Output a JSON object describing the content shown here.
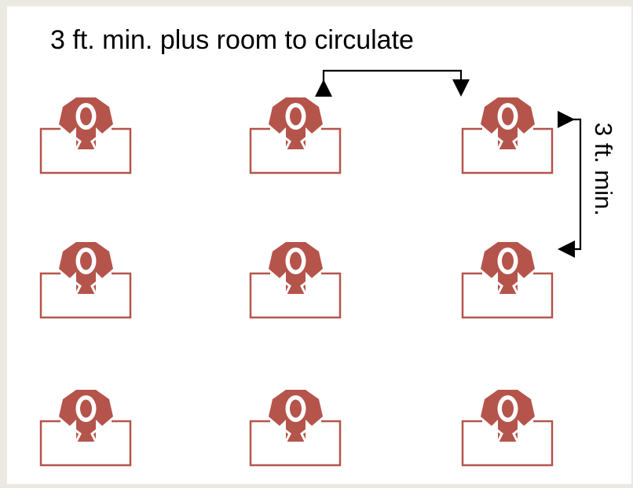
{
  "diagram": {
    "top_annotation": "3 ft. min. plus room to circulate",
    "side_annotation": "3 ft. min.",
    "colors": {
      "desk": "#b5544b",
      "figure": "#b5544b",
      "arrow": "#000000",
      "background": "#ffffff",
      "outer_border": "#ece9e2"
    },
    "layout": {
      "rows": 3,
      "columns": 3,
      "icon": "student-at-desk-icon"
    }
  }
}
